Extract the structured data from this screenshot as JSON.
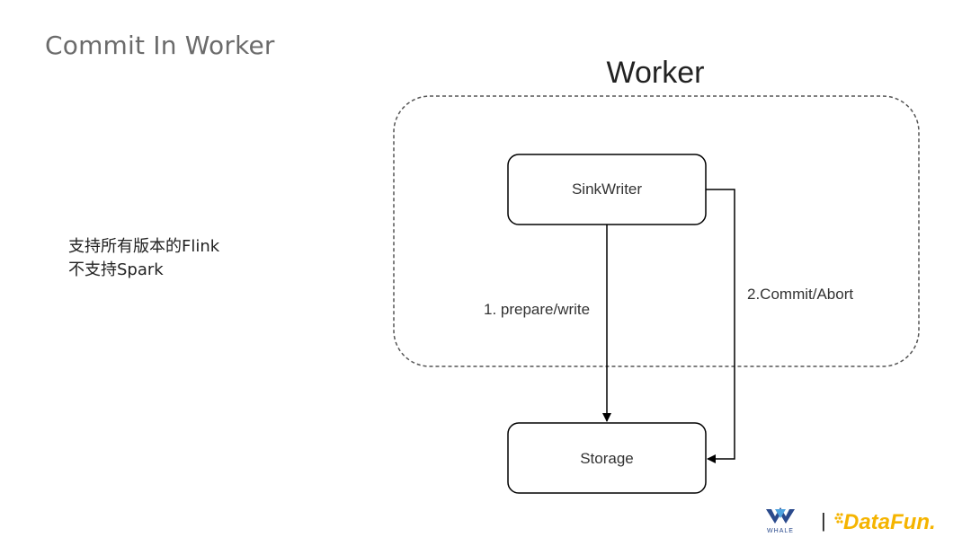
{
  "slide": {
    "title": "Commit In Worker"
  },
  "notes": [
    "支持所有版本的Flink",
    "不支持Spark"
  ],
  "diagram": {
    "container_label": "Worker",
    "nodes": {
      "sink_writer": "SinkWriter",
      "storage": "Storage"
    },
    "edges": {
      "prepare_write": "1. prepare/write",
      "commit_abort": "2.Commit/Abort"
    }
  },
  "logos": {
    "whale": "WHALE",
    "datafun": "DataFun.",
    "separator": "|"
  },
  "colors": {
    "title": "#6b6b6b",
    "datafun_yellow": "#f5b400",
    "whale_blue": "#2a4a8c"
  }
}
